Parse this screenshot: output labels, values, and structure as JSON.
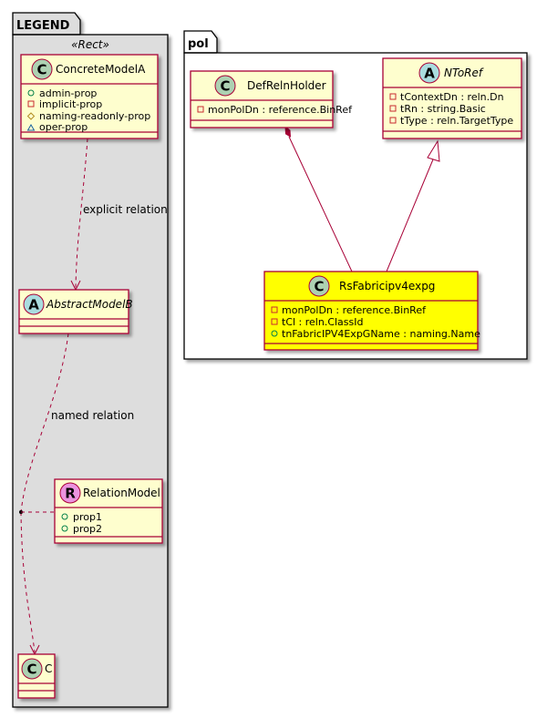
{
  "packages": {
    "legend": {
      "title": "LEGEND",
      "stereotype": "«Rect»"
    },
    "pol": {
      "title": "pol"
    }
  },
  "legend_classes": {
    "concrete_model_a": {
      "badge": "C",
      "name": "ConcreteModelA",
      "attributes": [
        {
          "visibility": "public",
          "text": "admin-prop"
        },
        {
          "visibility": "private",
          "text": "implicit-prop"
        },
        {
          "visibility": "protected",
          "text": "naming-readonly-prop"
        },
        {
          "visibility": "package",
          "text": "oper-prop"
        }
      ]
    },
    "abstract_model_b": {
      "badge": "A",
      "name": "AbstractModelB"
    },
    "relation_model": {
      "badge": "R",
      "name": "RelationModel",
      "attributes": [
        {
          "visibility": "public",
          "text": "prop1"
        },
        {
          "visibility": "public",
          "text": "prop2"
        }
      ]
    },
    "c": {
      "badge": "C",
      "name": "C"
    }
  },
  "legend_relations": {
    "explicit": "explicit relation",
    "named": "named relation"
  },
  "pol_classes": {
    "def_reln_holder": {
      "badge": "C",
      "name": "DefRelnHolder",
      "attributes": [
        {
          "visibility": "private",
          "text": "monPolDn : reference.BinRef"
        }
      ]
    },
    "n_to_ref": {
      "badge": "A",
      "name": "NToRef",
      "attributes": [
        {
          "visibility": "private",
          "text": "tContextDn : reln.Dn"
        },
        {
          "visibility": "private",
          "text": "tRn : string.Basic"
        },
        {
          "visibility": "private",
          "text": "tType : reln.TargetType"
        }
      ]
    },
    "rs_fabric": {
      "badge": "C",
      "name": "RsFabricipv4expg",
      "attributes": [
        {
          "visibility": "private",
          "text": "monPolDn : reference.BinRef"
        },
        {
          "visibility": "private",
          "text": "tCl : reln.ClassId"
        },
        {
          "visibility": "public",
          "text": "tnFabricIPV4ExpGName : naming.Name"
        }
      ]
    }
  },
  "colors": {
    "class_fill": "#FEFECE",
    "class_border": "#A80036",
    "legend_fill": "#DDDDDD",
    "highlight_fill": "#FFFF00",
    "badge_class": "#ADD1B2",
    "badge_abstract": "#A9DCDF",
    "badge_relation": "#EB93DF",
    "arrow": "#A80036"
  }
}
